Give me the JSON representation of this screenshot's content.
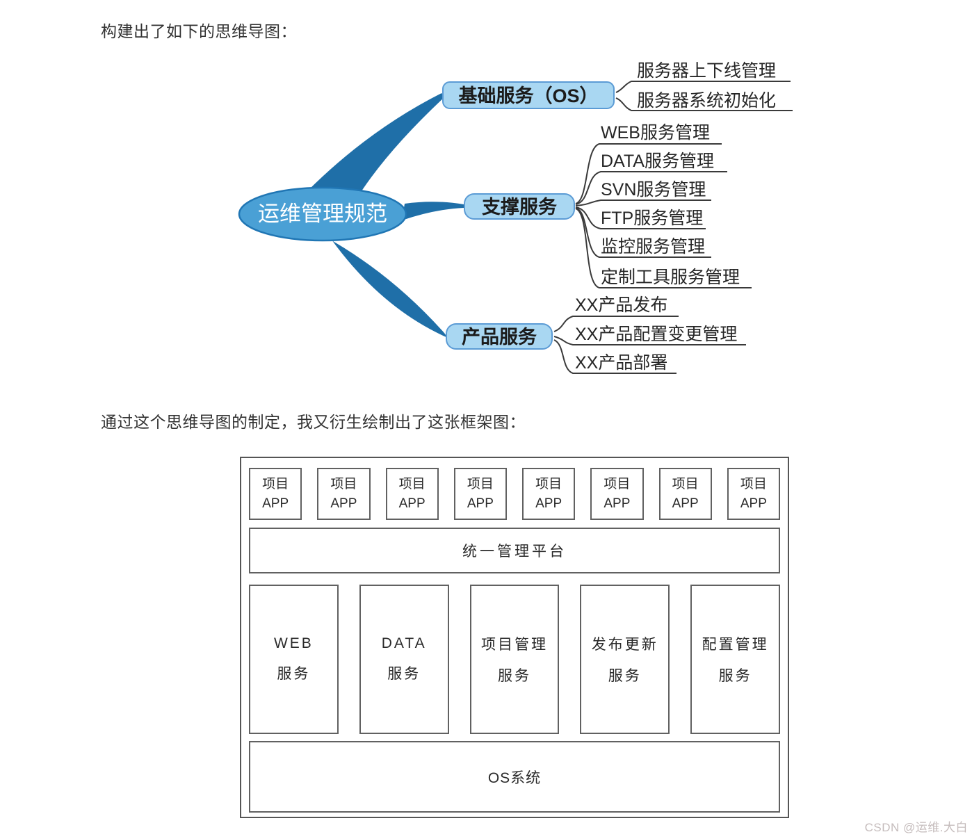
{
  "page": {
    "intro1": "构建出了如下的思维导图：",
    "intro2": "通过这个思维导图的制定，我又衍生绘制出了这张框架图：",
    "watermark": "CSDN @运维.大白"
  },
  "colors": {
    "root_fill": "#4aa0d5",
    "root_stroke": "#2076b4",
    "branch_wedge": "#1f6fa8",
    "node_fill": "#a9d7f2",
    "node_stroke": "#5b9bd5",
    "line": "#3a3a3a"
  },
  "mindmap": {
    "root": "运维管理规范",
    "branches": [
      {
        "label": "基础服务（OS）",
        "children": [
          "服务器上下线管理",
          "服务器系统初始化"
        ]
      },
      {
        "label": "支撑服务",
        "children": [
          "WEB服务管理",
          "DATA服务管理",
          "SVN服务管理",
          "FTP服务管理",
          "监控服务管理",
          "定制工具服务管理"
        ]
      },
      {
        "label": "产品服务",
        "children": [
          "XX产品发布",
          "XX产品配置变更管理",
          "XX产品部署"
        ]
      }
    ]
  },
  "framework": {
    "app_boxes": [
      {
        "line1": "项目",
        "line2": "APP"
      },
      {
        "line1": "项目",
        "line2": "APP"
      },
      {
        "line1": "项目",
        "line2": "APP"
      },
      {
        "line1": "项目",
        "line2": "APP"
      },
      {
        "line1": "项目",
        "line2": "APP"
      },
      {
        "line1": "项目",
        "line2": "APP"
      },
      {
        "line1": "项目",
        "line2": "APP"
      },
      {
        "line1": "项目",
        "line2": "APP"
      }
    ],
    "platform": "统一管理平台",
    "services": [
      {
        "line1": "WEB",
        "line2": "服务"
      },
      {
        "line1": "DATA",
        "line2": "服务"
      },
      {
        "line1": "项目管理",
        "line2": "服务"
      },
      {
        "line1": "发布更新",
        "line2": "服务"
      },
      {
        "line1": "配置管理",
        "line2": "服务"
      }
    ],
    "os": "OS系统"
  }
}
